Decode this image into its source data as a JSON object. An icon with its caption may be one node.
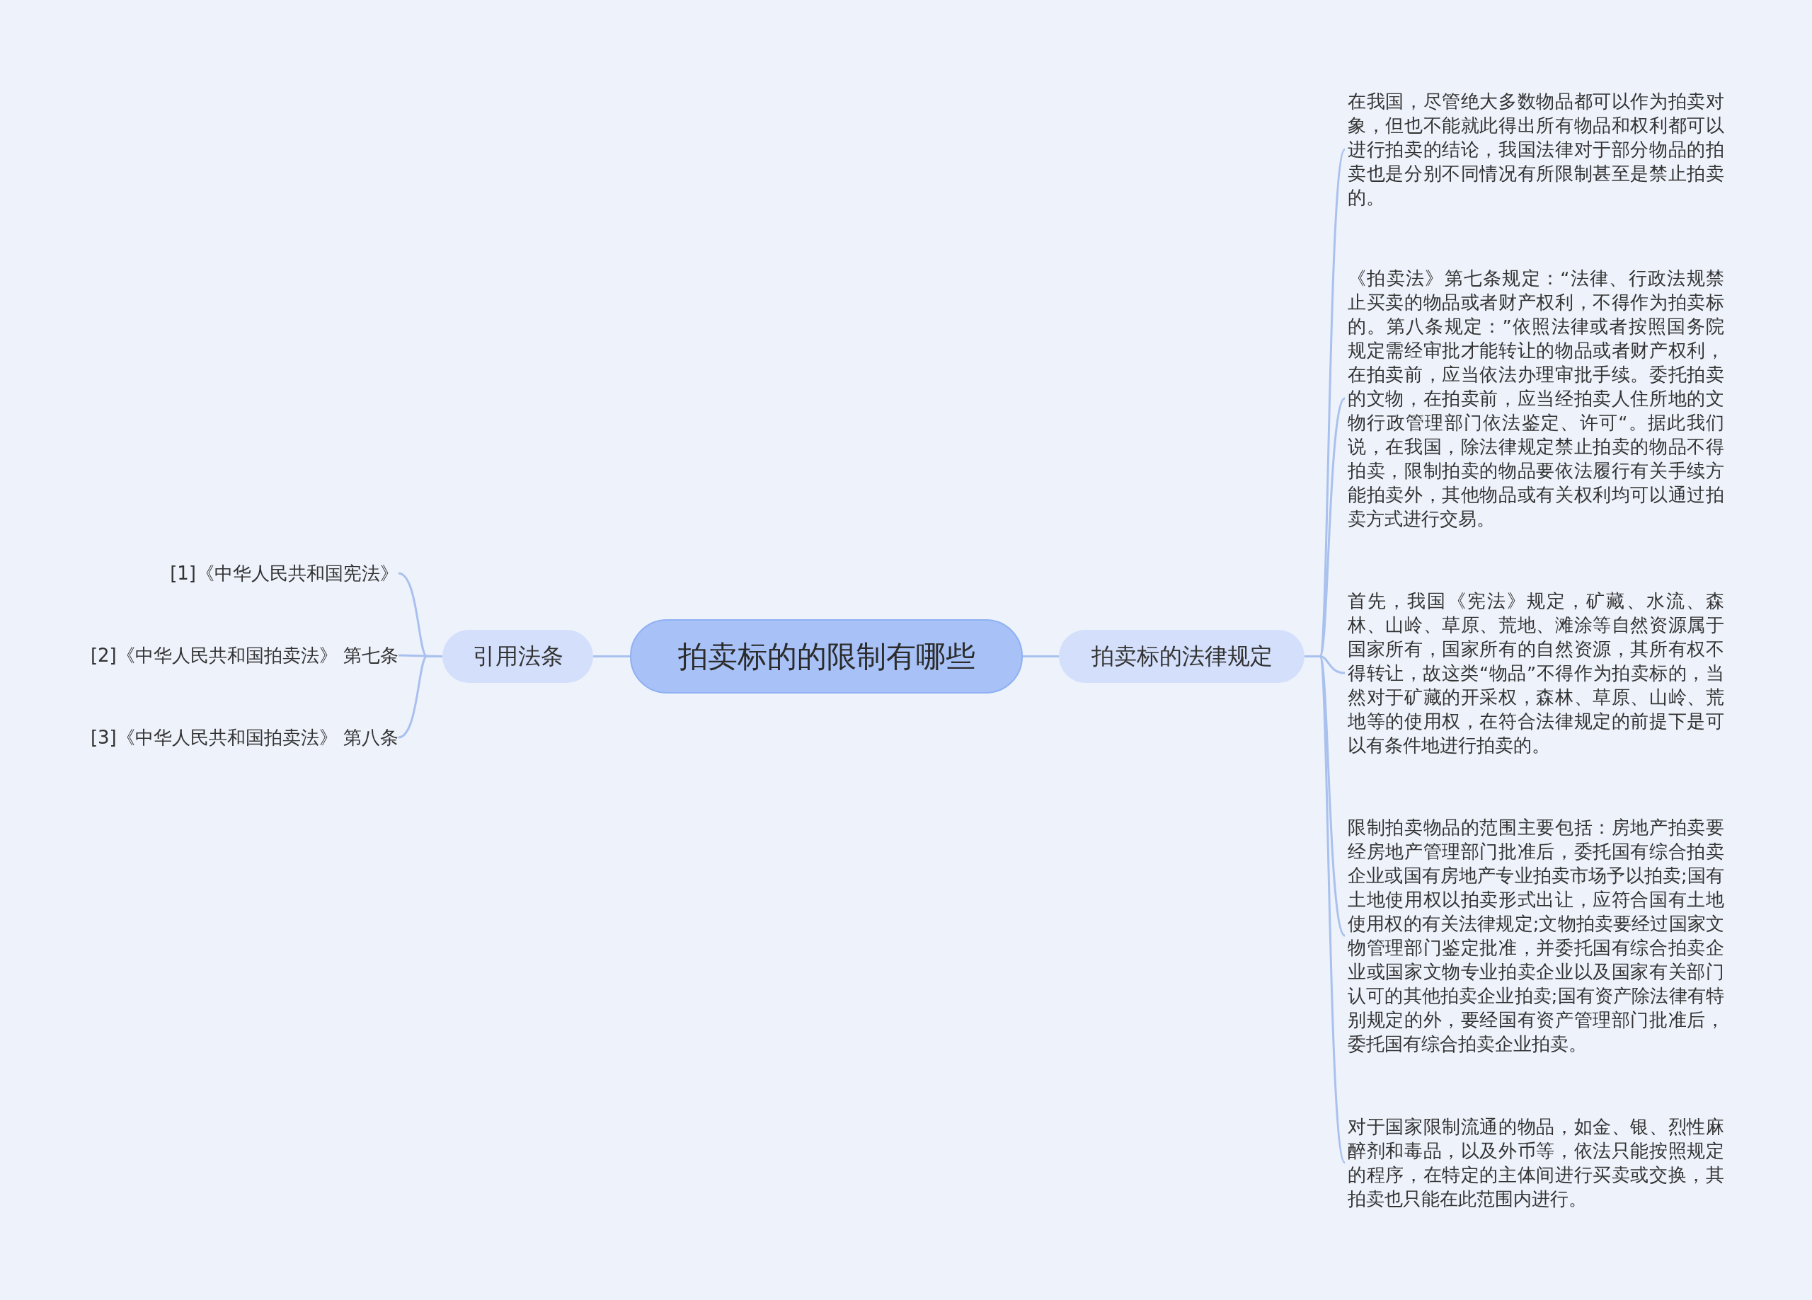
{
  "diagram": {
    "nodes": [
      {
        "text": [
          "拍卖标的的限制有哪些"
        ]
      },
      {
        "text": [
          "引用法条"
        ]
      },
      {
        "text": [
          "[1]《中华人民共和国宪法》"
        ]
      },
      {
        "text": [
          "[2]《中华人民共和国拍卖法》 第七条"
        ]
      },
      {
        "text": [
          "[3]《中华人民共和国拍卖法》 第八条"
        ]
      },
      {
        "text": [
          "拍卖标的法律规定"
        ]
      },
      {
        "text": [
          "在我国，尽管绝大多数物品都可以作为拍卖对象，但也不能就此得出所有物品和权利都可以进行拍卖的结论，我国法律对于部分物品的拍卖也是分别不同情况有所限制甚至是禁止拍卖的。"
        ]
      },
      {
        "text": [
          "《拍卖法》第七条规定：“法律、行政法规禁止买卖的物品或者财产权利，不得作为拍卖标的。第八条规定：”依照法律或者按照国务院规定需经审批才能转让的物品或者财产权利，在拍卖前，应当依法办理审批手续。委托拍卖的文物，在拍卖前，应当经拍卖人住所地的文物行政管理部门依法鉴定、许可“。据此我们说，在我国，除法律规定禁止拍卖的物品不得拍卖，限制拍卖的物品要依法履行有关手续方能拍卖外，其他物品或有关权利均可以通过拍卖方式进行交易。"
        ]
      },
      {
        "text": [
          "首先，我国《宪法》规定，矿藏、水流、森林、山岭、草原、荒地、滩涂等自然资源属于国家所有，国家所有的自然资源，其所有权不得转让，故这类“物品”不得作为拍卖标的，当然对于矿藏的开采权，森林、草原、山岭、荒地等的使用权，在符合法律规定的前提下是可以有条件地进行拍卖的。"
        ]
      },
      {
        "text": [
          "限制拍卖物品的范围主要包括：房地产拍卖要经房地产管理部门批准后，委托国有综合拍卖企业或国有房地产专业拍卖市场予以拍卖;国有土地使用权以拍卖形式出让，应符合国有土地使用权的有关法律规定;文物拍卖要经过国家文物管理部门鉴定批准，并委托国有综合拍卖企业或国家文物专业拍卖企业以及国家有关部门认可的其他拍卖企业拍卖;国有资产除法律有特别规定的外，要经国有资产管理部门批准后，委托国有综合拍卖企业拍卖。"
        ]
      },
      {
        "text": [
          "对于国家限制流通的物品，如金、银、烈性麻醉剂和毒品，以及外币等，依法只能按照规定的程序，在特定的主体间进行买卖或交换，其拍卖也只能在此范围内进行。"
        ]
      }
    ],
    "edges": [
      {
        "from": 0,
        "to": 1,
        "arrow": "none"
      },
      {
        "from": 1,
        "to": 2,
        "arrow": "none"
      },
      {
        "from": 1,
        "to": 3,
        "arrow": "none"
      },
      {
        "from": 1,
        "to": 4,
        "arrow": "none"
      },
      {
        "from": 0,
        "to": 5,
        "arrow": "none"
      },
      {
        "from": 5,
        "to": 6,
        "arrow": "none"
      },
      {
        "from": 5,
        "to": 7,
        "arrow": "none"
      },
      {
        "from": 5,
        "to": 8,
        "arrow": "none"
      },
      {
        "from": 5,
        "to": 9,
        "arrow": "none"
      },
      {
        "from": 5,
        "to": 10,
        "arrow": "none"
      }
    ]
  }
}
